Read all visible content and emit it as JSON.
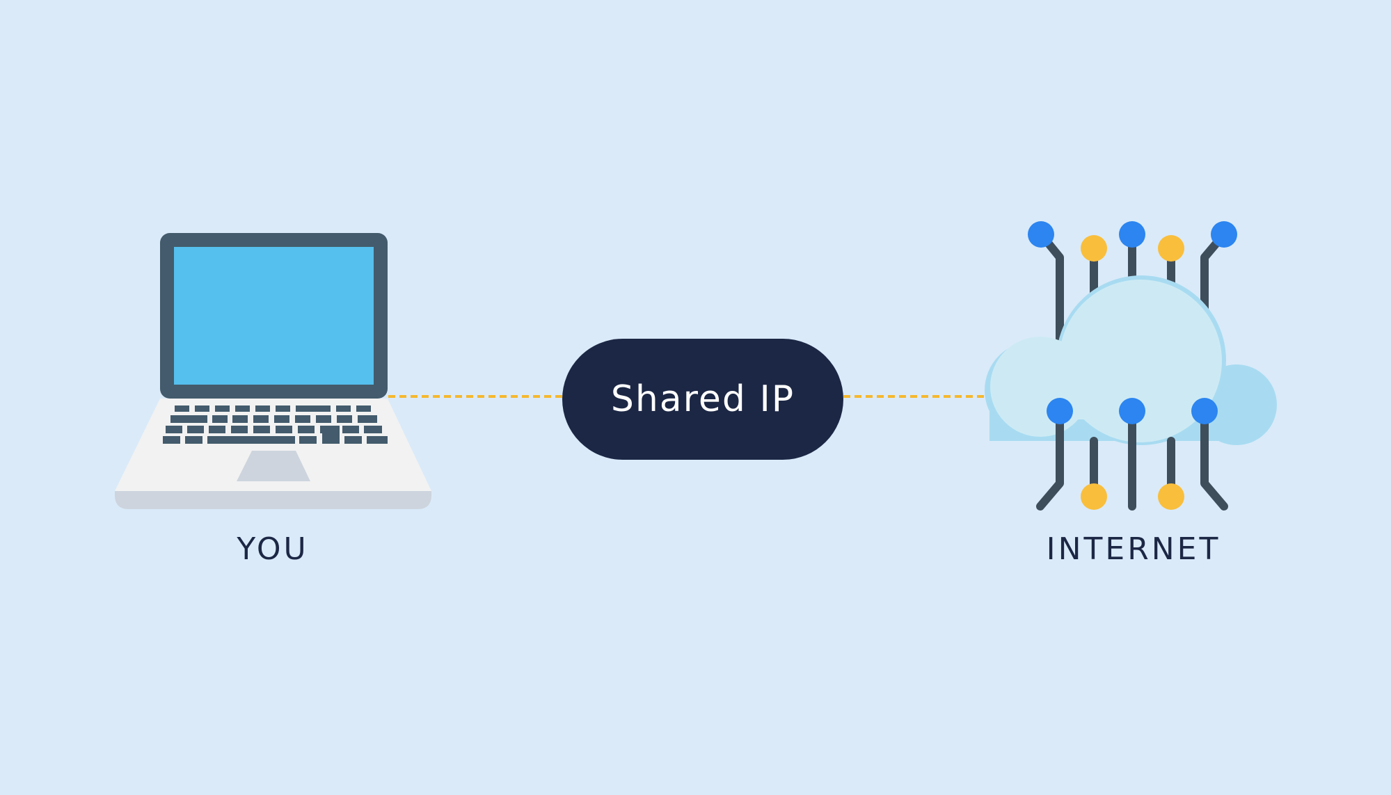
{
  "center_node": {
    "label": "Shared IP"
  },
  "left_node": {
    "label": "YOU",
    "icon": "laptop-icon"
  },
  "right_node": {
    "label": "INTERNET",
    "icon": "cloud-network-icon"
  },
  "colors": {
    "background": "#DAEAF9",
    "pill": "#1C2745",
    "pill_text": "#FFFFFF",
    "label_text": "#1C2745",
    "connector": "#F5B82E",
    "laptop_frame": "#435B6C",
    "laptop_screen": "#55BFEE",
    "laptop_base": "#F2F2F2",
    "laptop_base_edge": "#CDD4DD",
    "cloud_light": "#CDEAF4",
    "cloud_dark": "#A8DBF1",
    "node_blue": "#2C85F0",
    "node_yellow": "#F9BE3B",
    "wire": "#3F4E5B"
  }
}
